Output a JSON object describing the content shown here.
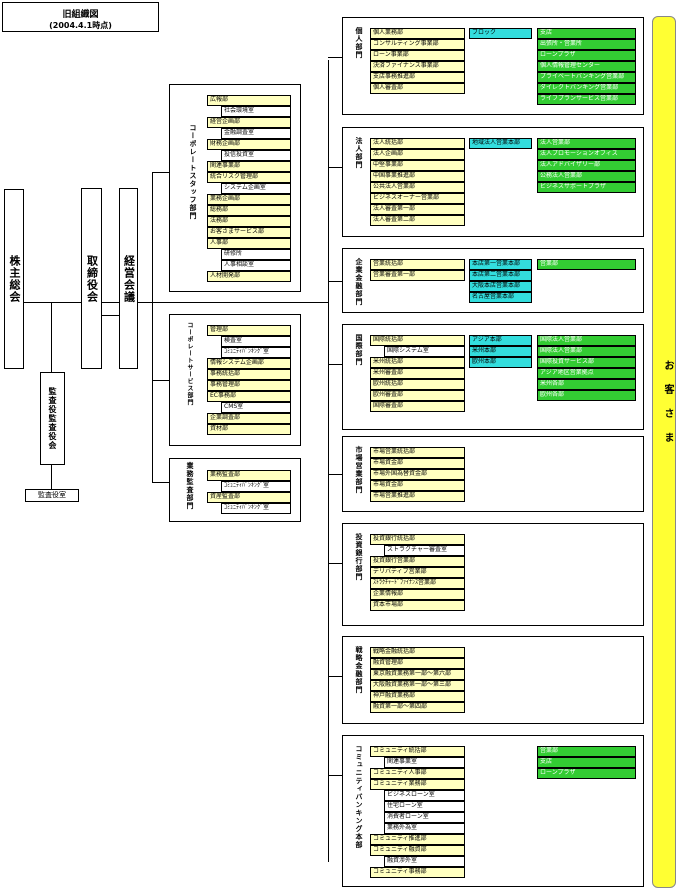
{
  "title": {
    "line1": "旧組織図",
    "line2": "(2004.4.1時点)"
  },
  "top": {
    "shareholders": "株主総会",
    "board": "取締役会",
    "exec": "経営会議",
    "auditors": "監査役監査役会",
    "audit_office": "監査役室",
    "okyakusama": "お客さま"
  },
  "corporate": {
    "label": "コーポレートスタッフ部門",
    "items": [
      {
        "t": "広報部",
        "sub": false
      },
      {
        "t": "社会環境室",
        "sub": true
      },
      {
        "t": "経営企画部",
        "sub": false
      },
      {
        "t": "金融調査室",
        "sub": true
      },
      {
        "t": "財務企画部",
        "sub": false
      },
      {
        "t": "投信投資室",
        "sub": true
      },
      {
        "t": "関連事業部",
        "sub": false
      },
      {
        "t": "統合リスク管理部",
        "sub": false
      },
      {
        "t": "システム企画室",
        "sub": true
      },
      {
        "t": "業務企画部",
        "sub": false
      },
      {
        "t": "総務部",
        "sub": false
      },
      {
        "t": "法務部",
        "sub": false
      },
      {
        "t": "お客さまサービス部",
        "sub": false
      },
      {
        "t": "人事部",
        "sub": false
      },
      {
        "t": "研修所",
        "sub": true
      },
      {
        "t": "人事相談室",
        "sub": true
      },
      {
        "t": "人材開発部",
        "sub": false
      }
    ]
  },
  "service": {
    "label": "コーポレートサービス部門",
    "items": [
      {
        "t": "管理部",
        "sub": false
      },
      {
        "t": "検査室",
        "sub": true
      },
      {
        "t": "ｺﾐｭﾆﾃｨﾊﾞﾝｷﾝｸﾞ室",
        "sub": true
      },
      {
        "t": "情報システム企画部",
        "sub": false
      },
      {
        "t": "事務統括部",
        "sub": false
      },
      {
        "t": "事務管理部",
        "sub": false
      },
      {
        "t": "EC事務部",
        "sub": false
      },
      {
        "t": "CMS室",
        "sub": true
      },
      {
        "t": "企業調査部",
        "sub": false
      },
      {
        "t": "資材部",
        "sub": false
      }
    ]
  },
  "audit_div": {
    "label": "業務監査部門",
    "items": [
      {
        "t": "業務監査部",
        "sub": false
      },
      {
        "t": "ｺﾐｭﾆﾃｨﾊﾞﾝｷﾝｸﾞ室",
        "sub": true
      },
      {
        "t": "資産監査部",
        "sub": false
      },
      {
        "t": "ｺﾐｭﾆﾃｨﾊﾞﾝｷﾝｸﾞ室",
        "sub": true
      }
    ]
  },
  "right": [
    {
      "label": "個人部門",
      "col1": [
        {
          "t": "個人業務部",
          "sub": false
        },
        {
          "t": "コンサルティング事業部",
          "sub": false
        },
        {
          "t": "ローン事業部",
          "sub": false
        },
        {
          "t": "決済ファイナンス事業部",
          "sub": false
        },
        {
          "t": "支店事務推進部",
          "sub": false
        },
        {
          "t": "個人審査部",
          "sub": false
        }
      ],
      "col2": [
        "ブロック"
      ],
      "col3": [
        "支店",
        "出張所・営業所",
        "ローンプラザ",
        "個人情報管理センター",
        "プライベートバンキング営業部",
        "ダイレクトバンキング営業部",
        "ライフプランサービス営業部"
      ]
    },
    {
      "label": "法人部門",
      "col1": [
        {
          "t": "法人統括部",
          "sub": false
        },
        {
          "t": "法人企画部",
          "sub": false
        },
        {
          "t": "中堅事業部",
          "sub": false
        },
        {
          "t": "中国事業推進部",
          "sub": false
        },
        {
          "t": "公共法人営業部",
          "sub": false
        },
        {
          "t": "ビジネスオーナー営業部",
          "sub": false
        },
        {
          "t": "法人審査第一部",
          "sub": false
        },
        {
          "t": "法人審査第二部",
          "sub": false
        }
      ],
      "col2": [
        "地域法人営業本部"
      ],
      "col3": [
        "法人営業部",
        "法人プロモーションオフィス",
        "法人アドバイザリー部",
        "公務法人営業部",
        "ビジネスサポートプラザ"
      ]
    },
    {
      "label": "企業金融部門",
      "col1": [
        {
          "t": "営業統括部",
          "sub": false
        },
        {
          "t": "営業審査第一部",
          "sub": false
        }
      ],
      "col2": [
        "本店第一営業本部",
        "本店第二営業本部",
        "大阪本店営業本部",
        "名古屋営業本部"
      ],
      "col3": [
        "営業部"
      ]
    },
    {
      "label": "国際部門",
      "col1": [
        {
          "t": "国際統括部",
          "sub": false
        },
        {
          "t": "国際システム室",
          "sub": true
        },
        {
          "t": "米州統括部",
          "sub": false
        },
        {
          "t": "米州審査部",
          "sub": false
        },
        {
          "t": "欧州統括部",
          "sub": false
        },
        {
          "t": "欧州審査部",
          "sub": false
        },
        {
          "t": "国際審査部",
          "sub": false
        }
      ],
      "col2": [
        "アジア本部",
        "米州本部",
        "欧州本部"
      ],
      "col3": [
        "国際法人営業部",
        "国際法人営業部",
        "国際投資サービス部",
        "アジア地区営業拠点",
        "米州各部",
        "欧州各部"
      ]
    },
    {
      "label": "市場営業部門",
      "col1": [
        {
          "t": "市場営業統括部",
          "sub": false
        },
        {
          "t": "市場資金部",
          "sub": false
        },
        {
          "t": "市場外国為替資金部",
          "sub": false
        },
        {
          "t": "市場資金部",
          "sub": false
        },
        {
          "t": "市場営業推進部",
          "sub": false
        }
      ],
      "col2": [],
      "col3": []
    },
    {
      "label": "投資銀行部門",
      "col1": [
        {
          "t": "投資銀行統括部",
          "sub": false
        },
        {
          "t": "ストラクチャー審査室",
          "sub": true
        },
        {
          "t": "投資銀行営業部",
          "sub": false
        },
        {
          "t": "デリバティブ営業部",
          "sub": false
        },
        {
          "t": "ｽﾄﾗｸﾁｬｰﾄﾞﾌｧｲﾅﾝｽ営業部",
          "sub": false
        },
        {
          "t": "企業情報部",
          "sub": false
        },
        {
          "t": "資本市場部",
          "sub": false
        }
      ],
      "col2": [],
      "col3": []
    },
    {
      "label": "戦略金融部門",
      "col1": [
        {
          "t": "戦略金融統括部",
          "sub": false
        },
        {
          "t": "融資管理部",
          "sub": false
        },
        {
          "t": "東京融資業務第一部～第六部",
          "sub": false
        },
        {
          "t": "大阪融資業務第一部～第三部",
          "sub": false
        },
        {
          "t": "神戸融資業務部",
          "sub": false
        },
        {
          "t": "融資第一部～第四部",
          "sub": false
        }
      ],
      "col2": [],
      "col3": []
    },
    {
      "label": "コミュニティバンキング本部",
      "col1": [
        {
          "t": "コミュニティ統括部",
          "sub": false
        },
        {
          "t": "関連事業室",
          "sub": true
        },
        {
          "t": "コミュニティ人事部",
          "sub": false
        },
        {
          "t": "コミュニティ業務部",
          "sub": false
        },
        {
          "t": "ビジネスローン室",
          "sub": true
        },
        {
          "t": "住宅ローン室",
          "sub": true
        },
        {
          "t": "消費者ローン室",
          "sub": true
        },
        {
          "t": "業務外為室",
          "sub": true
        },
        {
          "t": "コミュニティ推進部",
          "sub": false
        },
        {
          "t": "コミュニティ融資部",
          "sub": false
        },
        {
          "t": "融資渉外室",
          "sub": true
        },
        {
          "t": "コミュニティ事務部",
          "sub": false
        }
      ],
      "col2": [],
      "col3": [
        "営業部",
        "支店",
        "ローンプラザ"
      ]
    }
  ],
  "colors": {
    "yellow": "#ffffc0",
    "cyan": "#33dddd",
    "green": "#33cc33",
    "gold": "#ffff33"
  }
}
